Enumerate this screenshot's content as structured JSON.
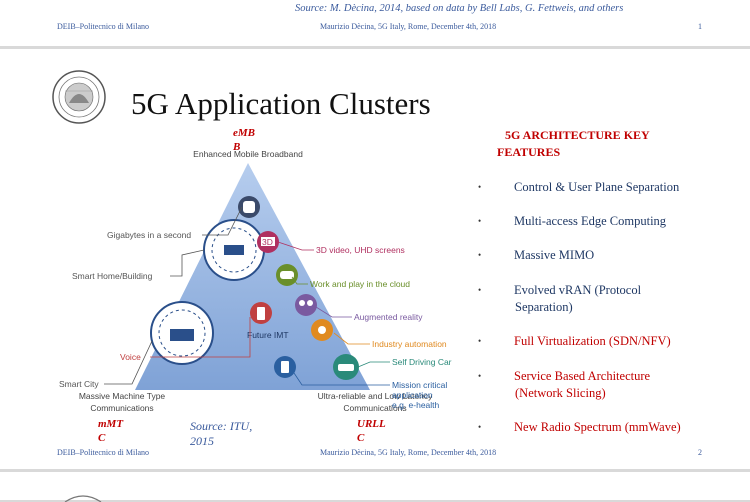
{
  "previous_slide": {
    "source": "Source: M. Dècina, 2014, based on data by Bell Labs, G. Fettweis, and others",
    "footer_left": "DEIB–Politecnico di Milano",
    "footer_center": "Maurizio Dècina, 5G Italy, Rome, December 4th, 2018",
    "page_number": "1"
  },
  "slide": {
    "title": "5G Application Clusters",
    "diagram": {
      "top_label": "Enhanced Mobile Broadband",
      "bottom_left_label": [
        "Massive Machine Type",
        "Communications"
      ],
      "bottom_right_label": [
        "Ultra-reliable and Low Latency",
        "Communications"
      ],
      "center_label": "Future IMT",
      "left_labels": [
        "Gigabytes in a second",
        "Smart Home/Building",
        "Voice",
        "Smart City"
      ],
      "right_labels": [
        "3D video, UHD screens",
        "Work and play in the cloud",
        "Augmented reality",
        "Industry automation",
        "Self Driving Car",
        "Mission critical",
        "application",
        "e.g. e-health"
      ],
      "hd_badge": "3D"
    },
    "embb_tag": [
      "eMB",
      "B"
    ],
    "mmtc_tag": [
      "mMT",
      "C"
    ],
    "urllc_tag": [
      "URLL",
      "C"
    ],
    "source": [
      "Source: ITU,",
      "2015"
    ],
    "features_heading": [
      "5G ARCHITECTURE KEY",
      "FEATURES"
    ],
    "features": [
      {
        "lines": [
          "Control & User Plane Separation"
        ],
        "color": "#1f3864"
      },
      {
        "lines": [
          "Multi-access Edge Computing"
        ],
        "color": "#1f3864"
      },
      {
        "lines": [
          "Massive MIMO"
        ],
        "color": "#1f3864"
      },
      {
        "lines": [
          "Evolved vRAN (Protocol",
          "Separation)"
        ],
        "color": "#1f3864"
      },
      {
        "lines": [
          "Full Virtualization (SDN/NFV)"
        ],
        "color": "#c00000"
      },
      {
        "lines": [
          "Service Based Architecture",
          "(Network Slicing)"
        ],
        "color": "#c00000"
      },
      {
        "lines": [
          "New Radio Spectrum (mmWave)"
        ],
        "color": "#c00000"
      }
    ],
    "bullet": "•",
    "footer_left": "DEIB–Politecnico di Milano",
    "footer_center": "Maurizio Dècina, 5G Italy, Rome, December 4th, 2018",
    "page_number": "2"
  },
  "colors": {
    "accent_red": "#c00000",
    "footer_blue": "#3a5a9c",
    "feature_blue": "#1f3864",
    "triangle_blue": "#8fb0de"
  }
}
